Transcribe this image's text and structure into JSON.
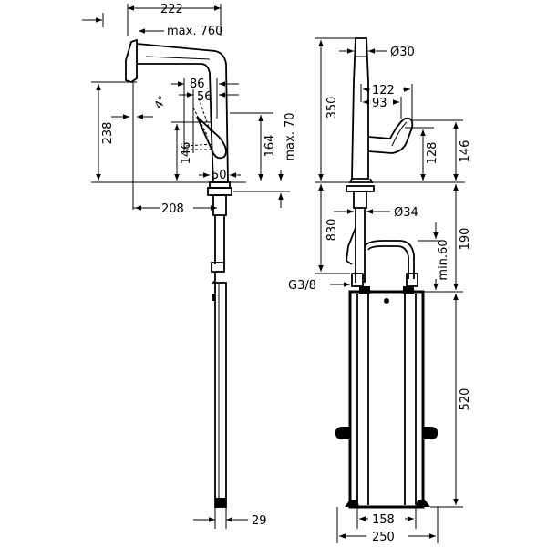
{
  "labels": {
    "w222": "222",
    "max760": "max. 760",
    "w86": "86",
    "w56": "56",
    "angle": "4°",
    "h238": "238",
    "h146_left": "146",
    "h164": "164",
    "max70": "max. 70",
    "w50": "50",
    "w208": "208",
    "w29": "29",
    "h350": "350",
    "d30": "Ø30",
    "w122": "122",
    "w93": "93",
    "h128": "128",
    "h146_right": "146",
    "d34": "Ø34",
    "h830": "830",
    "h190": "190",
    "min60": "min.60",
    "g38": "G3/8",
    "h520": "520",
    "w158": "158",
    "w250": "250"
  }
}
